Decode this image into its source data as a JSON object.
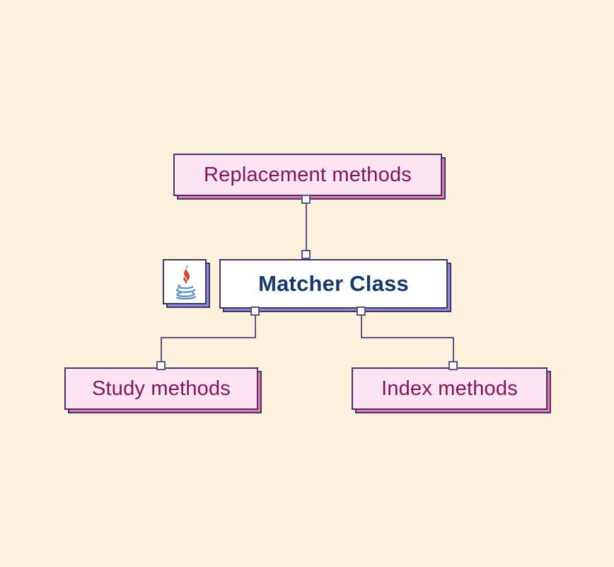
{
  "diagram": {
    "nodes": {
      "replacement": {
        "label": "Replacement methods"
      },
      "matcher": {
        "label": "Matcher Class"
      },
      "study": {
        "label": "Study methods"
      },
      "index": {
        "label": "Index methods"
      }
    },
    "icons": {
      "matcher_badge": "java-logo"
    },
    "edges": [
      {
        "from": "replacement",
        "to": "matcher"
      },
      {
        "from": "matcher",
        "to": "study"
      },
      {
        "from": "matcher",
        "to": "index"
      }
    ]
  },
  "colors": {
    "background": "#fcf1dd",
    "border": "#3b3768",
    "pink_fill": "#fde4f2",
    "pink_shadow": "#f173a9",
    "purple_shadow": "#8f8bda",
    "white_fill": "#ffffff",
    "pink_text": "#871457",
    "navy_text": "#16396d",
    "line": "#5a5582",
    "java_red": "#d9432f",
    "java_blue": "#5b8fd4"
  }
}
